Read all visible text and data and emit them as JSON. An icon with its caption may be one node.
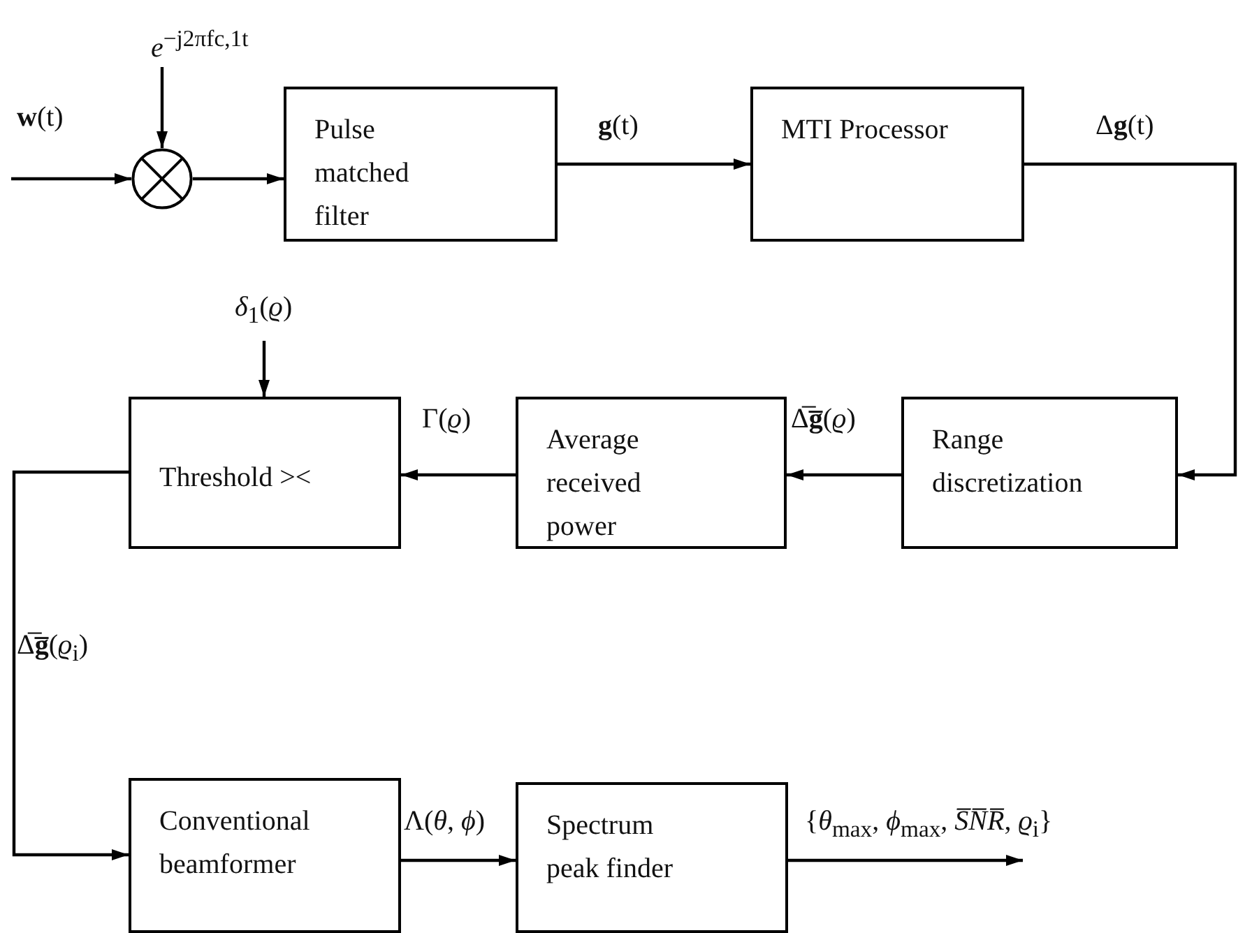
{
  "diagram": {
    "nodes": [
      {
        "text": [],
        "shape": "circle"
      },
      {
        "text": [
          "Pulse matched filter"
        ]
      },
      {
        "text": [
          "MTI Processor"
        ]
      },
      {
        "text": [
          "Range discretization"
        ]
      },
      {
        "text": [
          "Average received power"
        ]
      },
      {
        "text": [
          "Threshold ><"
        ]
      },
      {
        "text": [
          "Conventional beamformer"
        ]
      },
      {
        "text": [
          "Spectrum peak finder"
        ]
      }
    ],
    "edges": [
      {
        "from": null,
        "to": 0,
        "arrow": "to",
        "label": "**w**(t)"
      },
      {
        "from": null,
        "to": 0,
        "arrow": "to",
        "label": "*e*$^{−j2πfc,1t}$"
      },
      {
        "from": 0,
        "to": 1,
        "arrow": "to"
      },
      {
        "from": 1,
        "to": 2,
        "arrow": "to",
        "label": "**g**(t)"
      },
      {
        "from": 2,
        "to": 3,
        "arrow": "to",
        "label": "Δ**g**(t)"
      },
      {
        "from": 3,
        "to": 4,
        "arrow": "to",
        "label": "Δ̅**g̅**(*ϱ*)"
      },
      {
        "from": 4,
        "to": 5,
        "arrow": "to",
        "label": "Γ(*ϱ*)"
      },
      {
        "from": null,
        "to": 5,
        "arrow": "to",
        "label": "*δ*$_{1}$(*ϱ*)"
      },
      {
        "from": 5,
        "to": 6,
        "arrow": "to",
        "label": "Δ̅**g̅**(*ϱ*$_{i}$)"
      },
      {
        "from": 6,
        "to": 7,
        "arrow": "to",
        "label": "Λ(*θ*, *ϕ*)"
      },
      {
        "from": 7,
        "to": null,
        "arrow": "to",
        "label": "{*θ*$_{max}$, *ϕ*$_{max}$, *S̅N̅R̅*, *ϱ*$_{i}$}"
      }
    ]
  }
}
